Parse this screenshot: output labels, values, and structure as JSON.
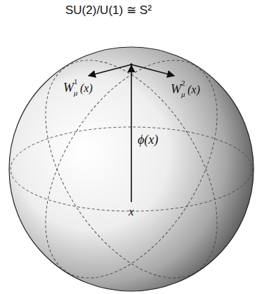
{
  "diagram": {
    "title": "SU(2)/U(1) ≅ S²",
    "labels": [
      "W",
      "1",
      "μ",
      "(x)",
      "W",
      "2",
      "μ",
      "(x)",
      "ϕ(x)",
      "x"
    ]
  }
}
